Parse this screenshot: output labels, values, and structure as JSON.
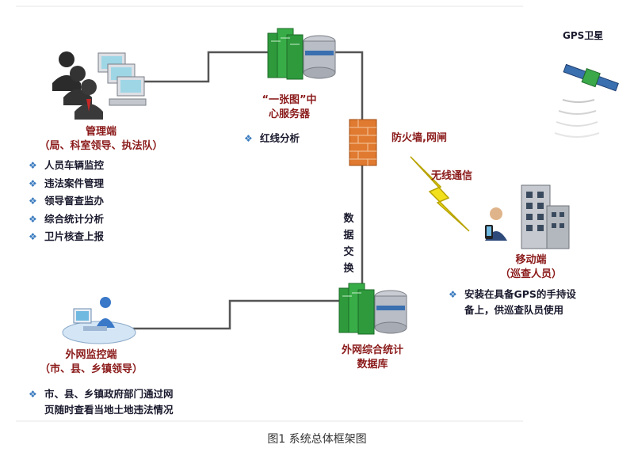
{
  "gps": {
    "label": "GPS卫星"
  },
  "center_server": {
    "title_line1": "“一张图”中",
    "title_line2": "心服务器",
    "features": [
      "红线分析"
    ]
  },
  "management": {
    "title_line1": "管理端",
    "title_line2": "（局、科室领导、执法队）",
    "features": [
      "人员车辆监控",
      "违法案件管理",
      "领导督查监办",
      "综合统计分析",
      "卫片核查上报"
    ]
  },
  "firewall": {
    "label": "防火墙,网闸"
  },
  "wireless": {
    "label": "无线通信"
  },
  "data_exchange": {
    "chars": [
      "数",
      "据",
      "交",
      "换"
    ]
  },
  "mobile": {
    "title_line1": "移动端",
    "title_line2": "（巡查人员）",
    "desc_line1": "安装在具备GPS的手持设",
    "desc_line2": "备上，供巡查队员使用"
  },
  "external_db": {
    "title_line1": "外网综合统计",
    "title_line2": "数据库"
  },
  "external_monitor": {
    "title_line1": "外网监控端",
    "title_line2": "（市、县、乡镇领导）",
    "desc_line1": "市、县、乡镇政府部门通过网",
    "desc_line2": "页随时查看当地土地违法情况"
  },
  "caption": {
    "text": "图1 系统总体框架图"
  },
  "bullet_glyph": "❖",
  "colors": {
    "wire": "#555555",
    "server_green": "#2e9a3c",
    "title_red": "#8b1a1a",
    "bullet_blue": "#3a7bbf",
    "firewall": "#e07a30",
    "bolt": "#f2e01c"
  }
}
